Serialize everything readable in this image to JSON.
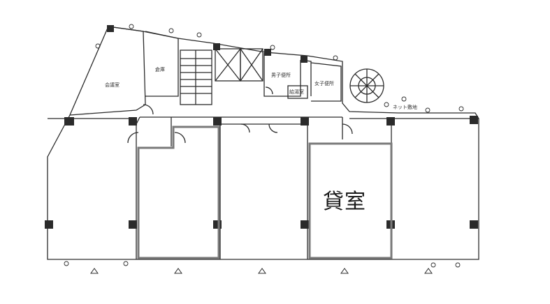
{
  "floor_plan": {
    "rental_room_label": "貸室",
    "room_labels": {
      "room_a": "会議室",
      "room_b": "倉庫",
      "room_c": "男子便所",
      "room_d": "給湯室",
      "room_e": "女子便所"
    },
    "note_label": "ネット敷地"
  },
  "colors": {
    "wall": "#2b2b2b",
    "highlight": "#7a7a7a",
    "background": "#ffffff"
  }
}
